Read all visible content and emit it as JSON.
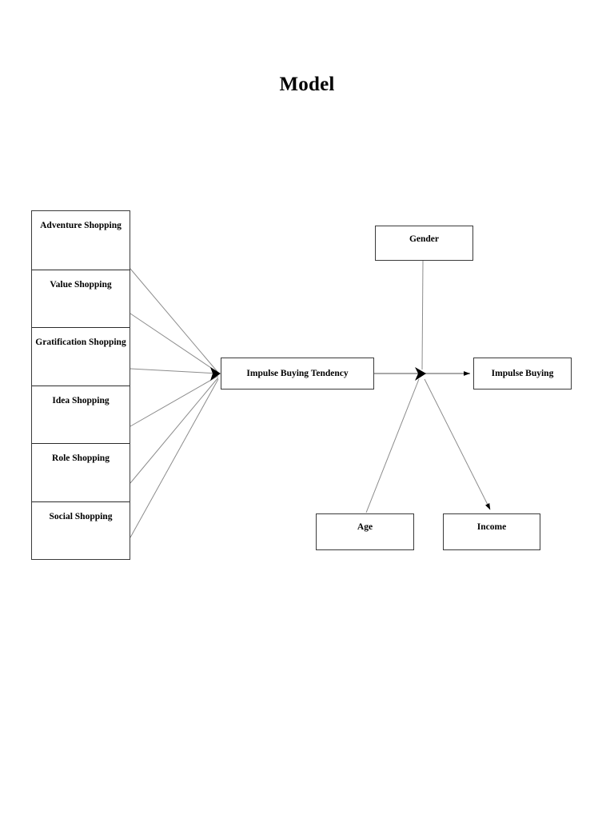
{
  "title": "Model",
  "diagram": {
    "type": "path-model",
    "predictor_stack": {
      "name": "shopping-motivation-dimensions",
      "items": [
        {
          "label": "Adventure Shopping"
        },
        {
          "label": "Value Shopping"
        },
        {
          "label": "Gratification Shopping"
        },
        {
          "label": "Idea Shopping"
        },
        {
          "label": "Role Shopping"
        },
        {
          "label": "Social Shopping"
        }
      ]
    },
    "nodes": {
      "mediator": "Impulse Buying Tendency",
      "outcome": "Impulse Buying",
      "moderator_gender": "Gender",
      "moderator_age": "Age",
      "moderator_income": "Income"
    },
    "edges": [
      {
        "from": "Adventure Shopping",
        "to": "Impulse Buying Tendency",
        "arrow": true
      },
      {
        "from": "Value Shopping",
        "to": "Impulse Buying Tendency",
        "arrow": true
      },
      {
        "from": "Gratification Shopping",
        "to": "Impulse Buying Tendency",
        "arrow": true
      },
      {
        "from": "Idea Shopping",
        "to": "Impulse Buying Tendency",
        "arrow": true
      },
      {
        "from": "Role Shopping",
        "to": "Impulse Buying Tendency",
        "arrow": true
      },
      {
        "from": "Social Shopping",
        "to": "Impulse Buying Tendency",
        "arrow": true
      },
      {
        "from": "Impulse Buying Tendency",
        "to": "Impulse Buying",
        "arrow": true
      },
      {
        "from": "Gender",
        "to": "Impulse Buying Tendency → Impulse Buying",
        "arrow": true
      },
      {
        "from": "Age",
        "to": "Impulse Buying Tendency → Impulse Buying",
        "arrow": true
      },
      {
        "from": "Impulse Buying Tendency → Impulse Buying",
        "to": "Income",
        "arrow": true
      }
    ],
    "colors": {
      "box_border": "#3a3a3a",
      "connector": "#8c8c8c",
      "arrow": "#000000",
      "text": "#000000",
      "background": "#ffffff"
    }
  }
}
